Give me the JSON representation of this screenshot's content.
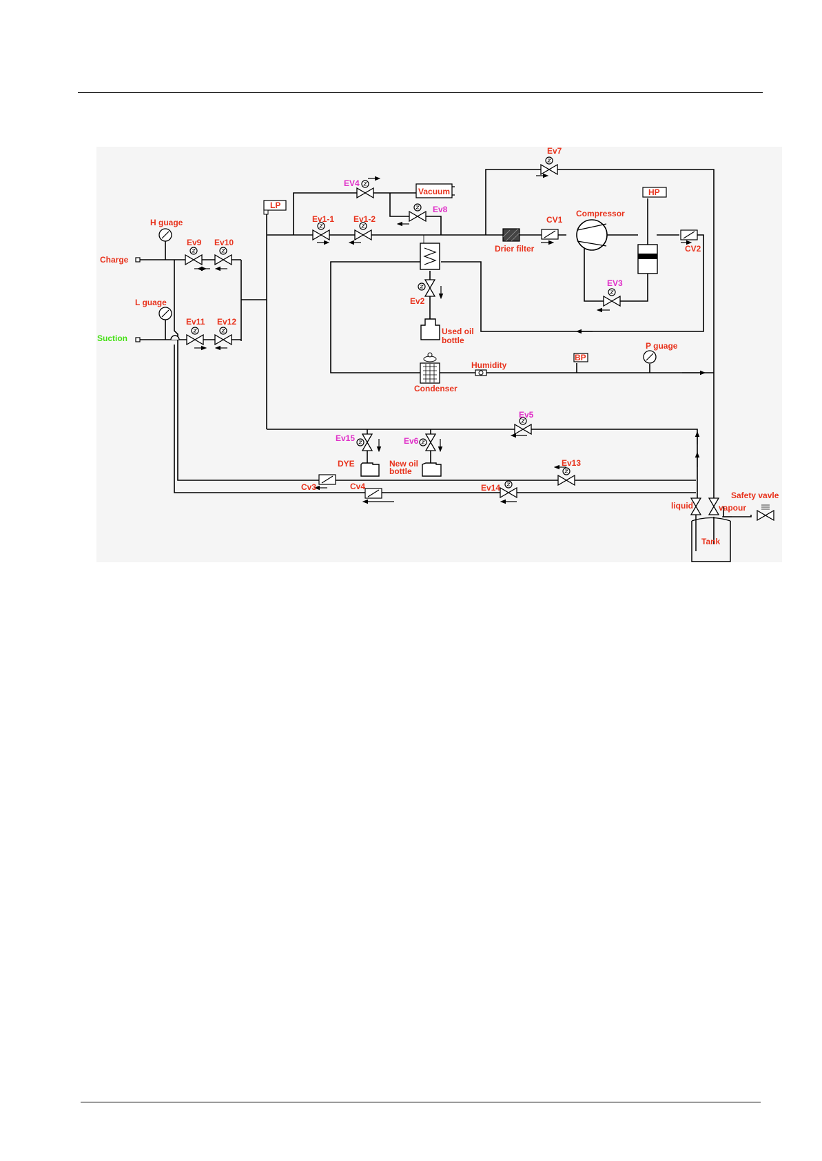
{
  "labels": {
    "ev7": "Ev7",
    "ev4": "EV4",
    "vacuum": "Vacuum",
    "ev8": "Ev8",
    "lp": "LP",
    "hp": "HP",
    "compressor": "Compressor",
    "h_gauge": "H guage",
    "ev1_1": "Ev1-1",
    "ev1_2": "Ev1-2",
    "cv1": "CV1",
    "drier_filter": "Drier filter",
    "cv2": "CV2",
    "ev9": "Ev9",
    "ev10": "Ev10",
    "charge": "Charge",
    "ev3": "EV3",
    "l_gauge": "L guage",
    "ev2": "Ev2",
    "ev11": "Ev11",
    "ev12": "Ev12",
    "suction": "Suction",
    "used_oil_1": "Used oil",
    "used_oil_2": "bottle",
    "p_gauge": "P guage",
    "humidity": "Humidity",
    "bp": "BP",
    "condenser": "Condenser",
    "ev5": "Ev5",
    "ev15": "Ev15",
    "ev6": "Ev6",
    "dye": "DYE",
    "new_oil_1": "New oil",
    "new_oil_2": "bottle",
    "ev13": "Ev13",
    "cv3": "Cv3",
    "cv4": "Cv4",
    "ev14": "Ev14",
    "liquid": "liquid",
    "vapour": "vapour",
    "safety_valve": "Safety vavle",
    "tank": "Tank"
  },
  "colors": {
    "label_red": "#e8321c",
    "label_magenta": "#e030c8",
    "label_green": "#45e014",
    "line": "#000000",
    "panel_bg": "#f5f5f5"
  }
}
